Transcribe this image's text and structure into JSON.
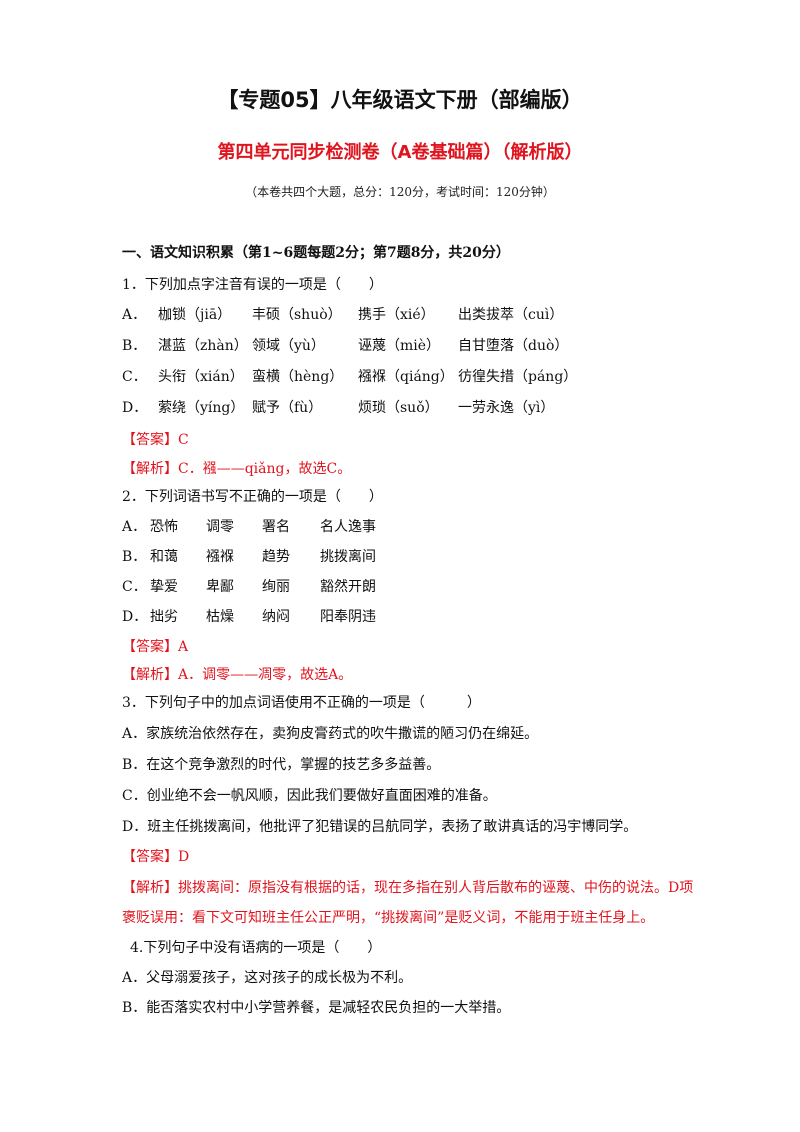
{
  "header": {
    "title": "【专题05】八年级语文下册（部编版）",
    "subtitle": "第四单元同步检测卷（A卷基础篇）（解析版）",
    "note": "（本卷共四个大题，总分：120分，考试时间：120分钟）"
  },
  "section1": {
    "heading": "一、语文知识积累（第1~6题每题2分；第7题8分，共20分）"
  },
  "q1": {
    "stem": "1．下列加点字注音有误的一项是（　　）",
    "options": [
      [
        "A．",
        "枷锁（jiā）",
        "丰硕（shuò）",
        "携手（xié）",
        "出类拔萃（cuì）"
      ],
      [
        "B．",
        "湛蓝（zhàn）",
        "领域（yù）",
        "诬蔑（miè）",
        "自甘堕落（duò）"
      ],
      [
        "C．",
        "头衔（xián）",
        "蛮横（hèng）",
        "襁褓（qiáng）",
        "彷徨失措（páng）"
      ],
      [
        "D．",
        "萦绕（yíng）",
        "赋予（fù）",
        "烦琐（suǒ）",
        "一劳永逸（yì）"
      ]
    ],
    "answer_label": "【答案】",
    "answer": "C",
    "analysis_label": "【解析】",
    "analysis": "C．襁——qiǎng，故选C。"
  },
  "q2": {
    "stem": "2．下列词语书写不正确的一项是（　　）",
    "options": [
      [
        "A．",
        "恐怖",
        "调零",
        "署名",
        "名人逸事"
      ],
      [
        "B．",
        "和蔼",
        "襁褓",
        "趋势",
        "挑拨离间"
      ],
      [
        "C．",
        "挚爱",
        "卑鄙",
        "绚丽",
        "豁然开朗"
      ],
      [
        "D．",
        "拙劣",
        "枯燥",
        "纳闷",
        "阳奉阴违"
      ]
    ],
    "answer_label": "【答案】",
    "answer": "A",
    "analysis_label": "【解析】",
    "analysis": "A．调零——凋零，故选A。"
  },
  "q3": {
    "stem": "3．下列句子中的加点词语使用不正确的一项是（　　　）",
    "options": [
      "A．家族统治依然存在，卖狗皮膏药式的吹牛撒谎的陋习仍在绵延。",
      "B．在这个竞争激烈的时代，掌握的技艺多多益善。",
      "C．创业绝不会一帆风顺，因此我们要做好直面困难的准备。",
      "D．班主任挑拨离间，他批评了犯错误的吕航同学，表扬了敢讲真话的冯宇博同学。"
    ],
    "answer_label": "【答案】",
    "answer": "D",
    "analysis_label": "【解析】",
    "analysis_line1": "挑拨离间：原指没有根据的话，现在多指在别人背后散布的诬蔑、中伤的说法。D项",
    "analysis_line2": "褒贬误用：看下文可知班主任公正严明，“挑拨离间”是贬义词，不能用于班主任身上。"
  },
  "q4": {
    "stem": "4.下列句子中没有语病的一项是（　　）",
    "options": [
      "A．父母溺爱孩子，这对孩子的成长极为不利。",
      "B．能否落实农村中小学营养餐，是减轻农民负担的一大举措。"
    ]
  }
}
